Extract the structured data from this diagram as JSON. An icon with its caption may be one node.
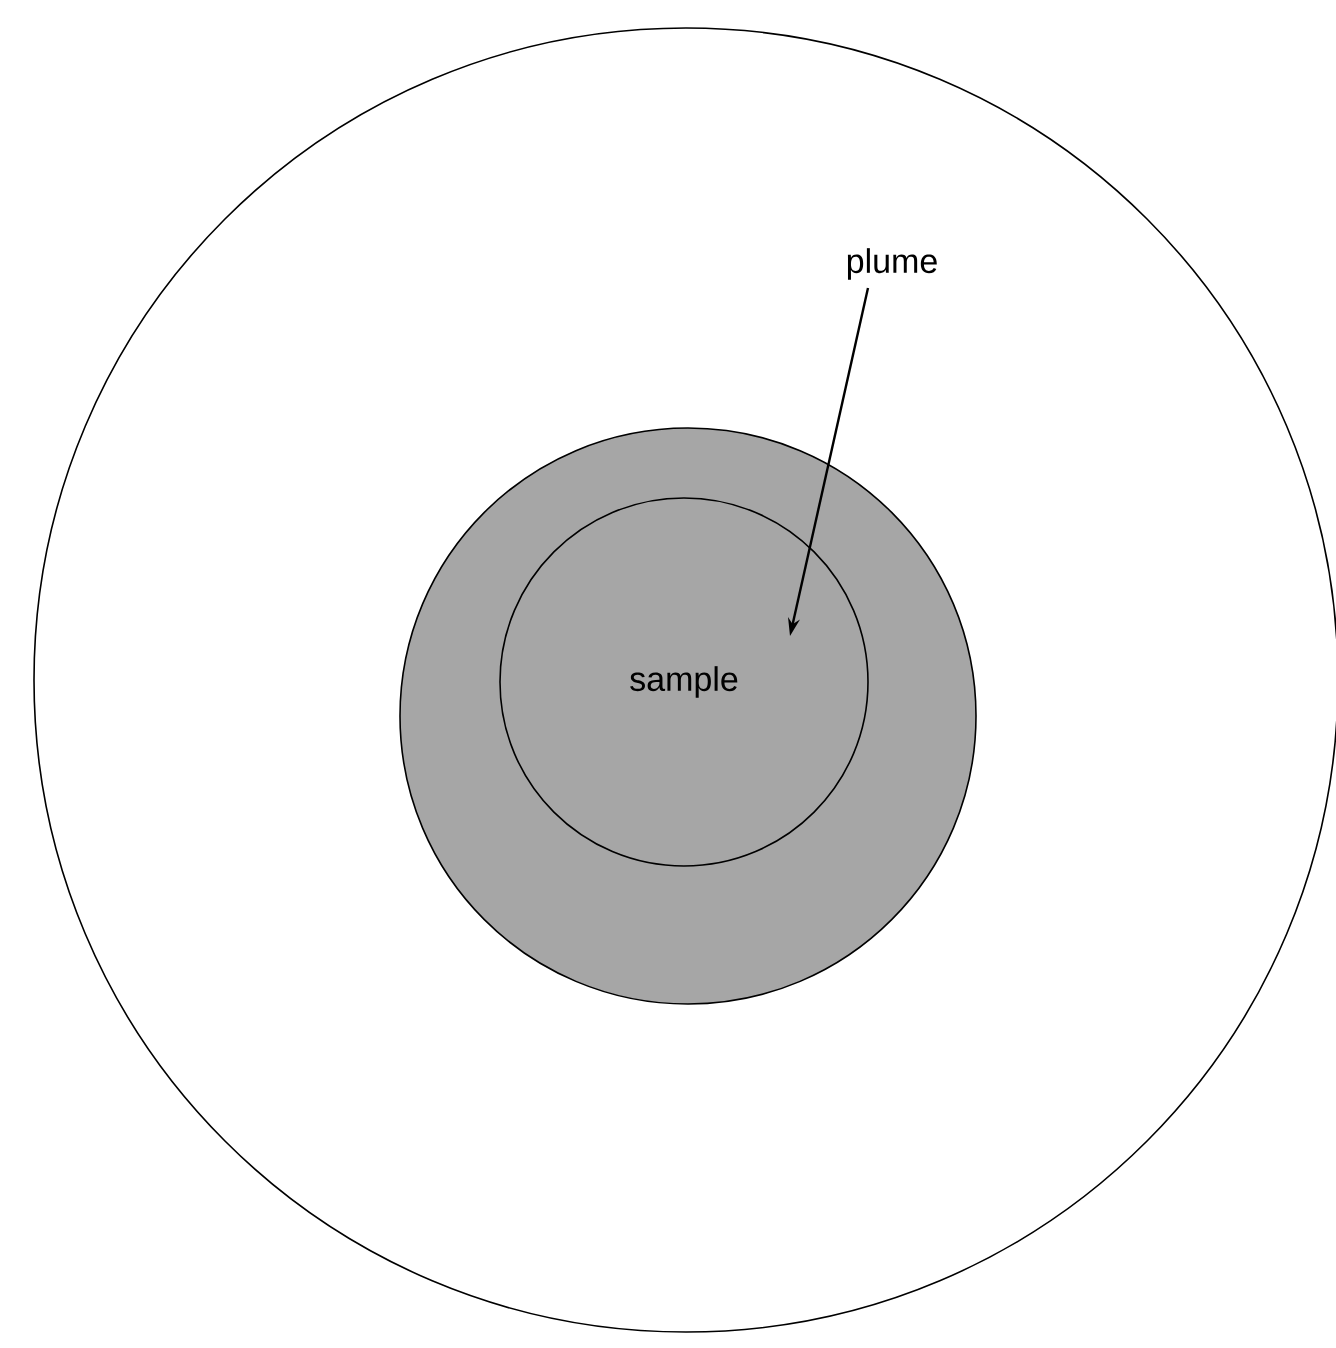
{
  "diagram": {
    "nodes": [
      {
        "text": [],
        "shape": "circle"
      },
      {
        "text": [],
        "shape": "circle",
        "in": 0
      },
      {
        "text": [
          "sample"
        ],
        "in": 1
      },
      {
        "text": [
          "plume"
        ],
        "in": 0
      }
    ],
    "edges": [
      {
        "from": 3,
        "to": 2,
        "arrow": "to"
      }
    ]
  }
}
